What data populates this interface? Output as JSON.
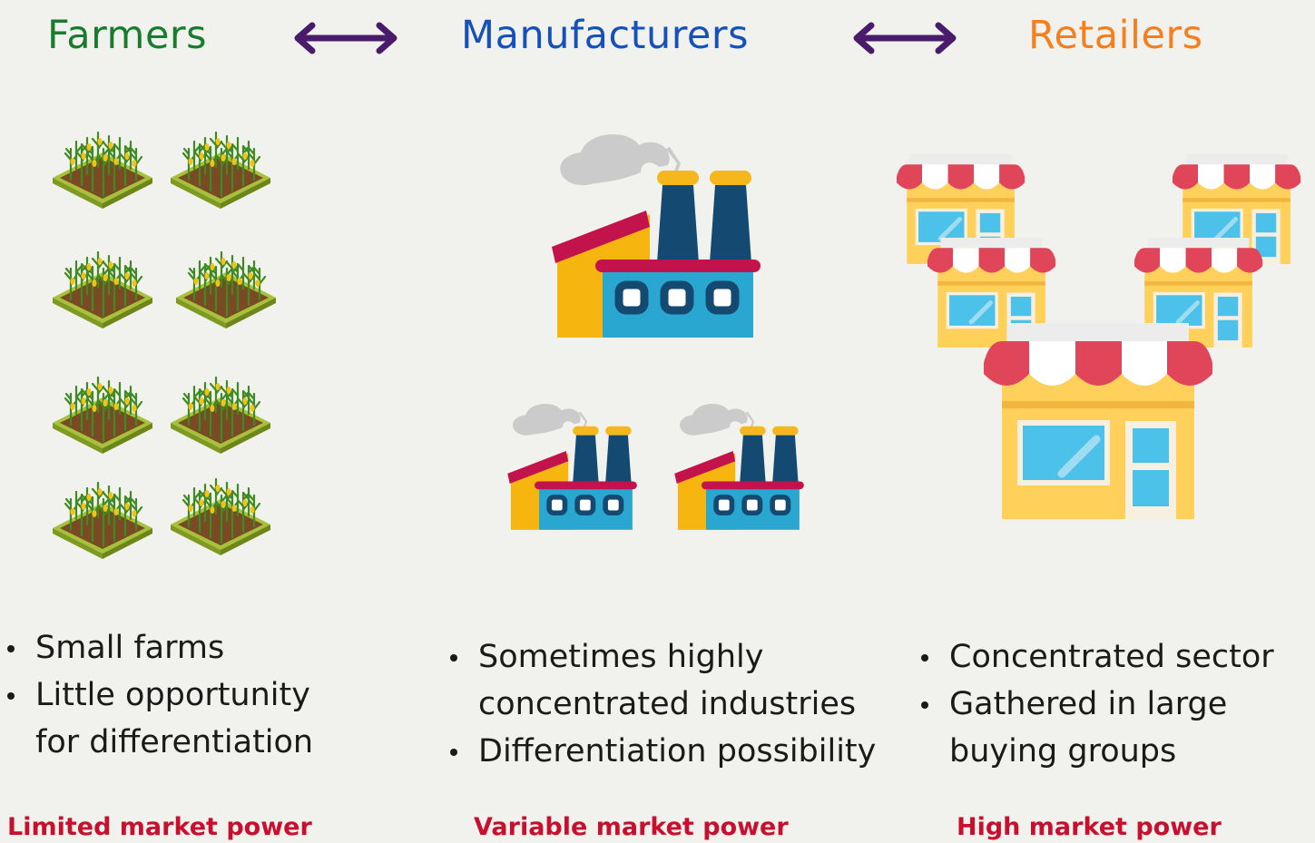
{
  "titles": {
    "farmers": "Farmers",
    "manufacturers": "Manufacturers",
    "retailers": "Retailers"
  },
  "colors": {
    "farmers": "#1a7a2e",
    "manufacturers": "#1650b8",
    "retailers": "#f57f1f",
    "arrow": "#4a1a6b",
    "power": "#c8102e"
  },
  "icons": {
    "between_columns": "double-arrow-icon",
    "farmers": "crop-field-icon",
    "manufacturers": "factory-icon",
    "retailers": "shop-icon"
  },
  "farmers": {
    "bullets": [
      "Small farms",
      "Little opportunity for differentiation"
    ],
    "power": "Limited market power"
  },
  "manufacturers": {
    "bullets": [
      "Sometimes highly concentrated industries",
      "Differentiation possibility"
    ],
    "power": "Variable market power"
  },
  "retailers": {
    "bullets": [
      "Concentrated sector",
      "Gathered in large buying groups"
    ],
    "power": "High market power"
  }
}
